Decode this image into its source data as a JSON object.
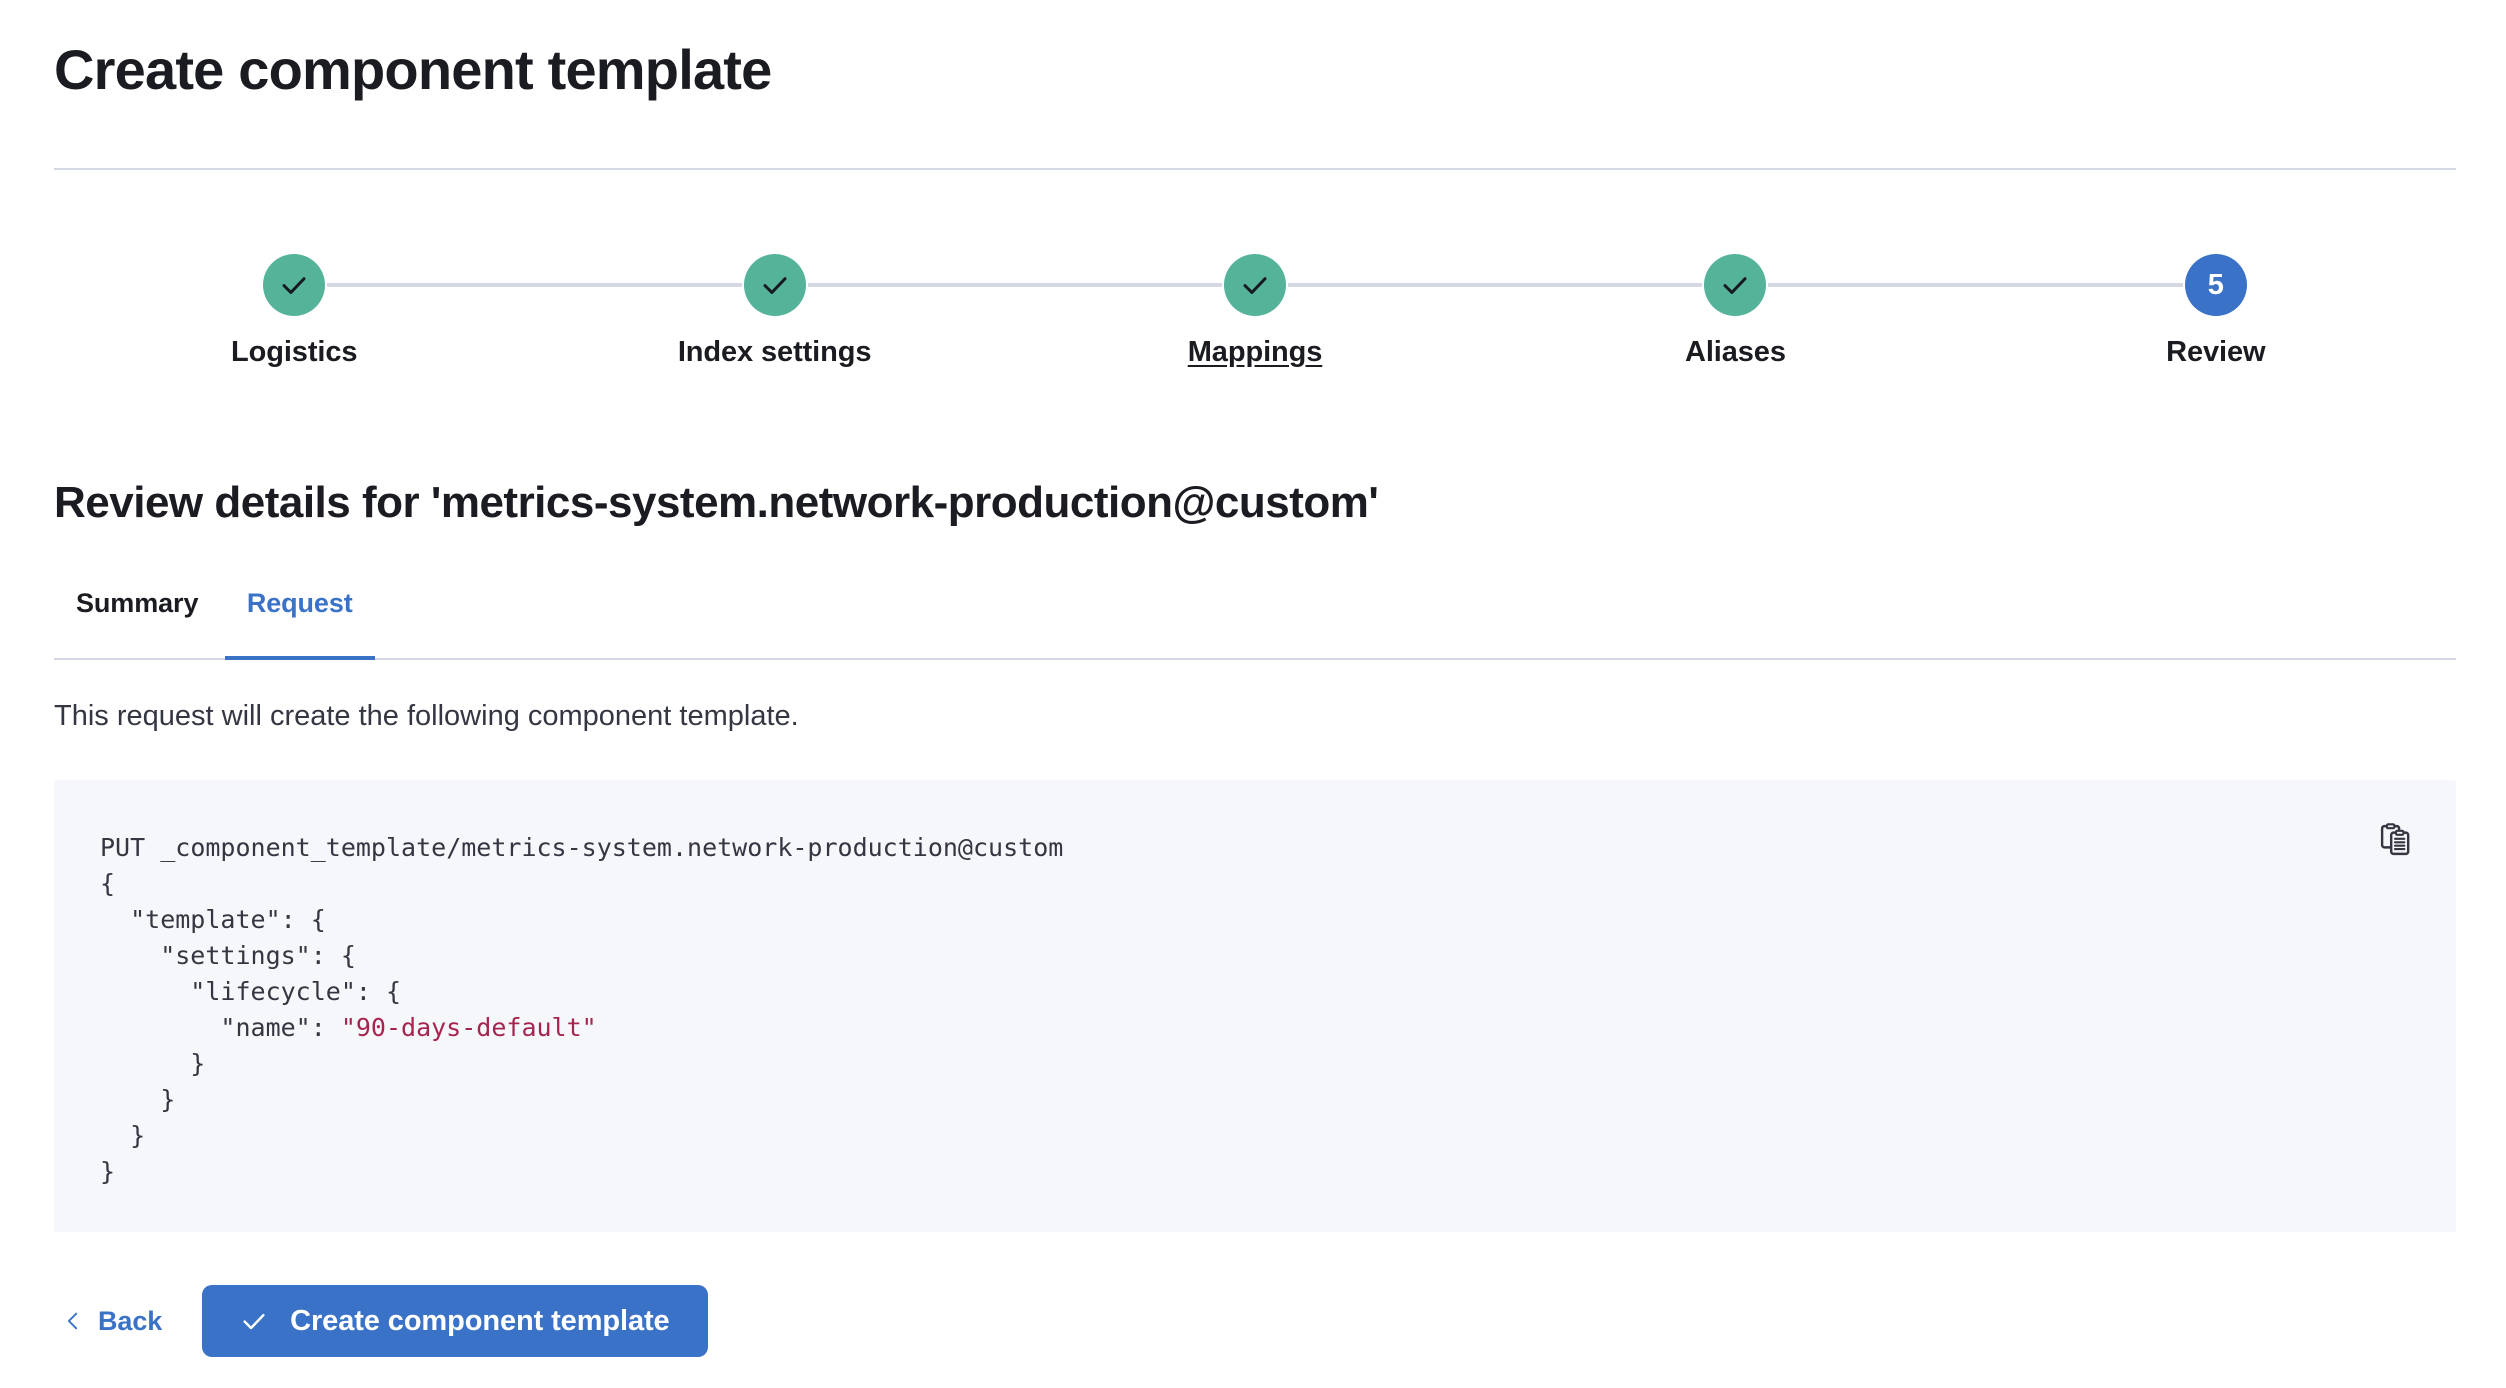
{
  "header": {
    "title": "Create component template"
  },
  "stepper": {
    "steps": [
      {
        "label": "Logistics",
        "state": "complete",
        "number": "1",
        "icon": "check-icon",
        "linked": false
      },
      {
        "label": "Index settings",
        "state": "complete",
        "number": "2",
        "icon": "check-icon",
        "linked": false
      },
      {
        "label": "Mappings",
        "state": "complete",
        "number": "3",
        "icon": "check-icon",
        "linked": true
      },
      {
        "label": "Aliases",
        "state": "complete",
        "number": "4",
        "icon": "check-icon",
        "linked": false
      },
      {
        "label": "Review",
        "state": "current",
        "number": "5",
        "icon": "",
        "linked": false
      }
    ],
    "complete_color": "#54B399",
    "current_color": "#3A72C8",
    "connector_color": "#D3D8E4"
  },
  "review": {
    "heading": "Review details for 'metrics-system.network-production@custom'",
    "tabs": [
      {
        "label": "Summary",
        "active": false
      },
      {
        "label": "Request",
        "active": true
      }
    ],
    "description": "This request will create the following component template.",
    "accent_color": "#3A72C8"
  },
  "code": {
    "copy_icon": "copy-clipboard-icon",
    "method": "PUT",
    "path": "_component_template/metrics-system.network-production@custom",
    "body_lines": [
      "{",
      "  \"template\": {",
      "    \"settings\": {",
      "      \"lifecycle\": {",
      "        \"name\": ",
      "      }",
      "    }",
      "  }",
      "}"
    ],
    "lifecycle_name_value": "\"90-days-default\"",
    "string_color": "#A6254E",
    "background": "#F5F7FA"
  },
  "footer": {
    "back_label": "Back",
    "back_icon": "chevron-left-icon",
    "create_label": "Create component template",
    "create_icon": "check-icon",
    "create_color": "#3A72C8"
  }
}
